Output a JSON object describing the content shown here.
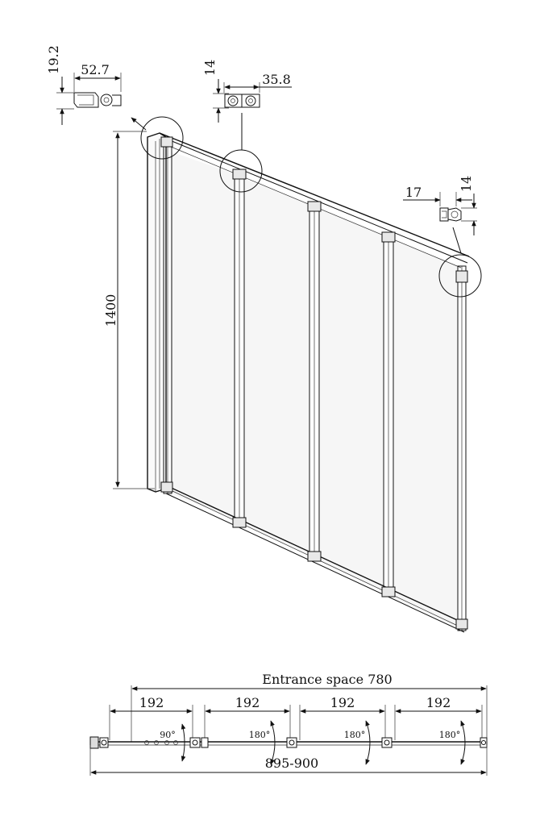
{
  "profile_callouts": {
    "wall_profile": {
      "height": "19.2",
      "width": "52.7"
    },
    "hinge_profile": {
      "height": "14",
      "width": "35.8"
    },
    "end_profile": {
      "width": "17",
      "height": "14"
    }
  },
  "elevation": {
    "height_label": "1400"
  },
  "plan_view": {
    "entrance_label": "Entrance space 780",
    "panel_widths": [
      "192",
      "192",
      "192",
      "192"
    ],
    "angles": [
      "90°",
      "180°",
      "180°",
      "180°"
    ],
    "total_label": "895-900"
  }
}
